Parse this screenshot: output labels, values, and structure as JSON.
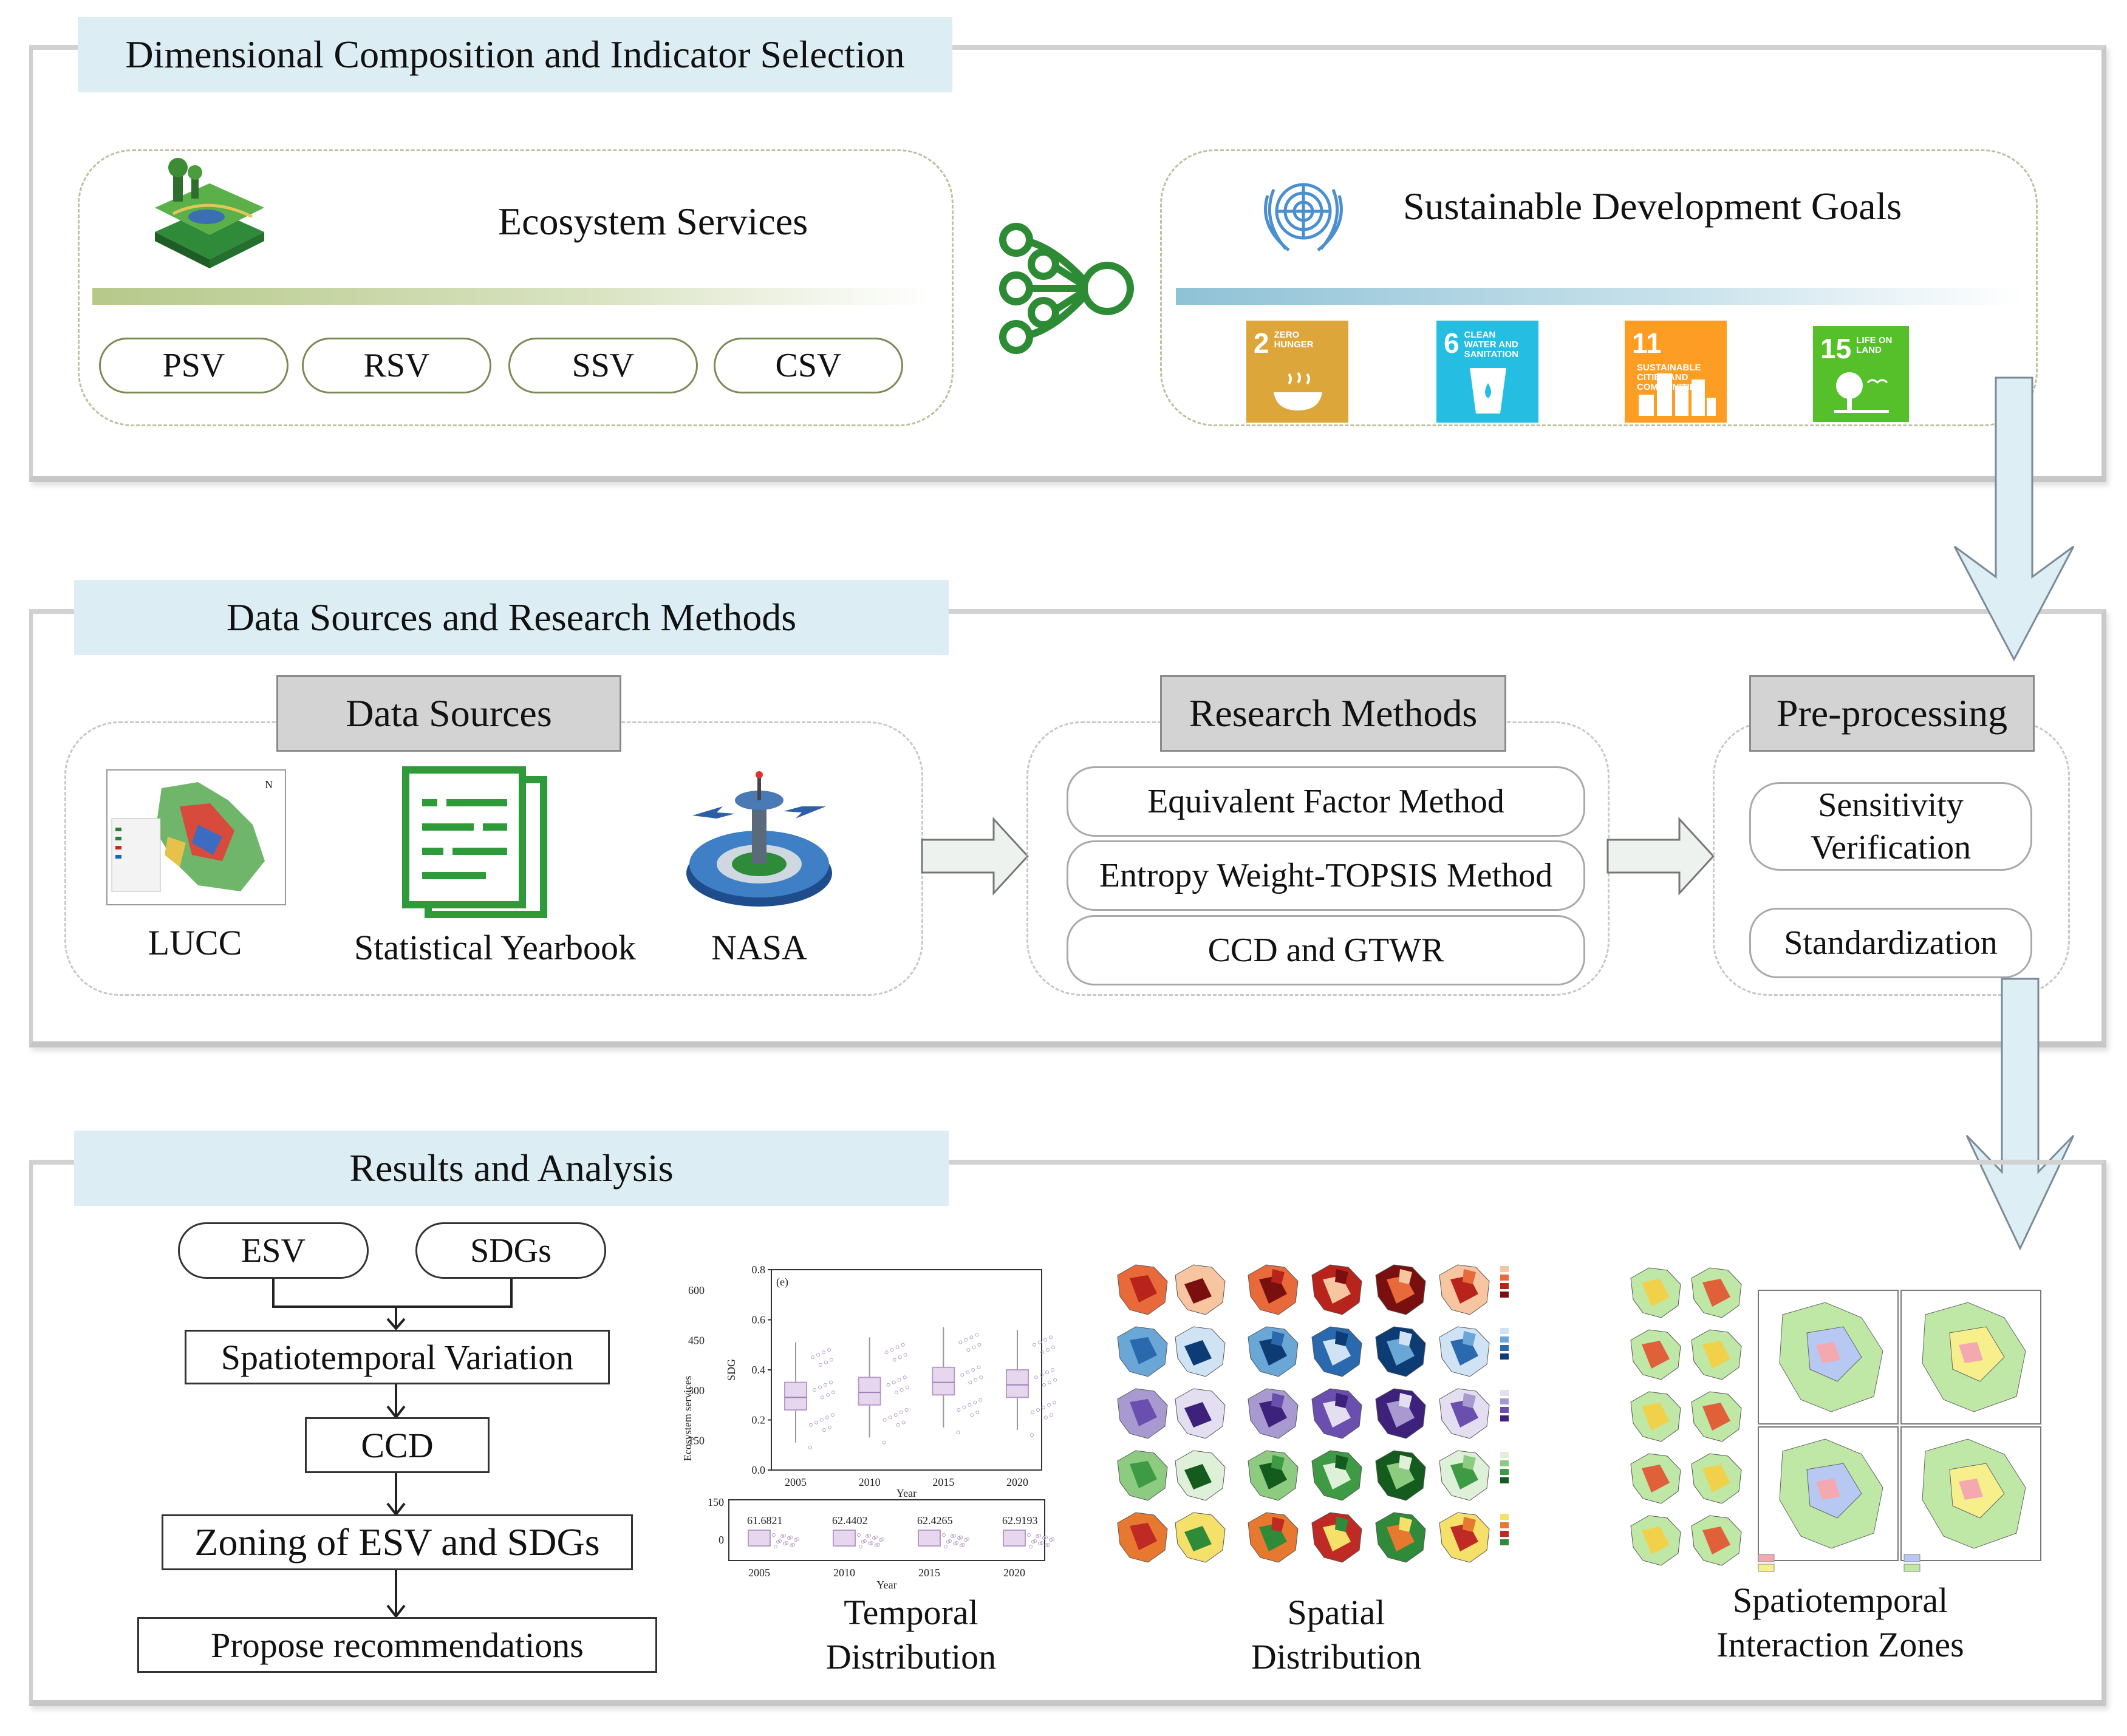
{
  "sections": {
    "dimensional": "Dimensional Composition and Indicator Selection",
    "data_methods": "Data Sources and Research Methods",
    "results": "Results and Analysis"
  },
  "ecosystem": {
    "title": "Ecosystem Services",
    "pills": [
      "PSV",
      "RSV",
      "SSV",
      "CSV"
    ]
  },
  "sdgs": {
    "title": "Sustainable Development Goals",
    "goals": [
      {
        "num": "2",
        "text": "ZERO HUNGER",
        "color": "#dda63a"
      },
      {
        "num": "6",
        "text": "CLEAN WATER AND SANITATION",
        "color": "#26bde2"
      },
      {
        "num": "11",
        "text": "SUSTAINABLE CITIES AND COMMUNITIES",
        "color": "#fd9d24"
      },
      {
        "num": "15",
        "text": "LIFE ON LAND",
        "color": "#56c02b"
      }
    ]
  },
  "data_sources": {
    "header": "Data Sources",
    "items": [
      "LUCC",
      "Statistical Yearbook",
      "NASA"
    ]
  },
  "research_methods": {
    "header": "Research Methods",
    "items": [
      "Equivalent Factor Method",
      "Entropy Weight-TOPSIS Method",
      "CCD and GTWR"
    ]
  },
  "preprocessing": {
    "header": "Pre-processing",
    "items": [
      "Sensitivity Verification",
      "Standardization"
    ]
  },
  "flow": {
    "inputs": [
      "ESV",
      "SDGs"
    ],
    "steps": [
      "Spatiotemporal Variation",
      "CCD",
      "Zoning of ESV and SDGs",
      "Propose recommendations"
    ]
  },
  "results_panels": {
    "temporal": "Temporal Distribution",
    "spatial": "Spatial Distribution",
    "interaction": "Spatiotemporal Interaction Zones"
  },
  "chart_data": [
    {
      "type": "box",
      "panel_label": "(e)",
      "ylabel": "SDG",
      "xlabel": "Year",
      "categories": [
        "2005",
        "2010",
        "2015",
        "2020"
      ],
      "y_ticks": [
        "0.0",
        "0.2",
        "0.4",
        "0.6",
        "0.8"
      ],
      "ylim": [
        0,
        0.8
      ],
      "medians": [
        0.29,
        0.31,
        0.35,
        0.34
      ]
    },
    {
      "type": "box",
      "ylabel": "Ecosystem services",
      "xlabel": "Year",
      "categories": [
        "2005",
        "2010",
        "2015",
        "2020"
      ],
      "y_ticks": [
        "0",
        "150",
        "300",
        "450",
        "600"
      ],
      "means": [
        "61.6821",
        "62.4402",
        "62.4265",
        "62.9193"
      ],
      "ylim": [
        0,
        600
      ]
    }
  ]
}
